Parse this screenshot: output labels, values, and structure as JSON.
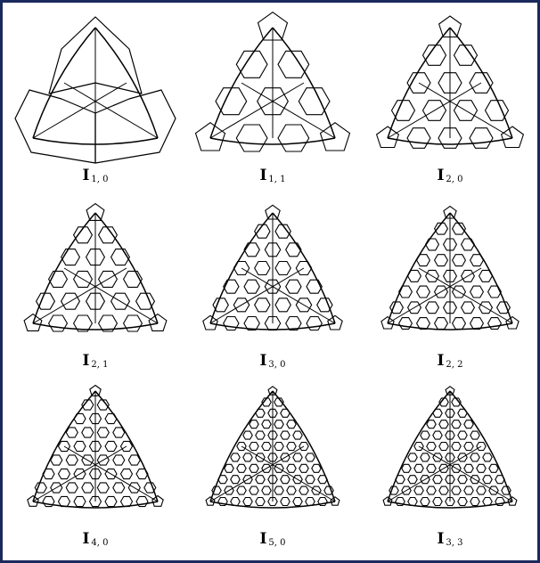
{
  "panels": [
    {
      "label": "I",
      "sub": "1, 0",
      "h": 1,
      "k": 0
    },
    {
      "label": "I",
      "sub": "1, 1",
      "h": 1,
      "k": 1
    },
    {
      "label": "I",
      "sub": "2, 0",
      "h": 2,
      "k": 0
    },
    {
      "label": "I",
      "sub": "2, 1",
      "h": 2,
      "k": 1
    },
    {
      "label": "I",
      "sub": "3, 0",
      "h": 3,
      "k": 0
    },
    {
      "label": "I",
      "sub": "2, 2",
      "h": 2,
      "k": 2
    },
    {
      "label": "I",
      "sub": "4, 0",
      "h": 4,
      "k": 0
    },
    {
      "label": "I",
      "sub": "5, 0",
      "h": 5,
      "k": 0
    },
    {
      "label": "I",
      "sub": "3, 3",
      "h": 3,
      "k": 3
    }
  ],
  "colors": {
    "frame": "#1b2a5c",
    "ink": "#000000",
    "background": "#ffffff"
  }
}
